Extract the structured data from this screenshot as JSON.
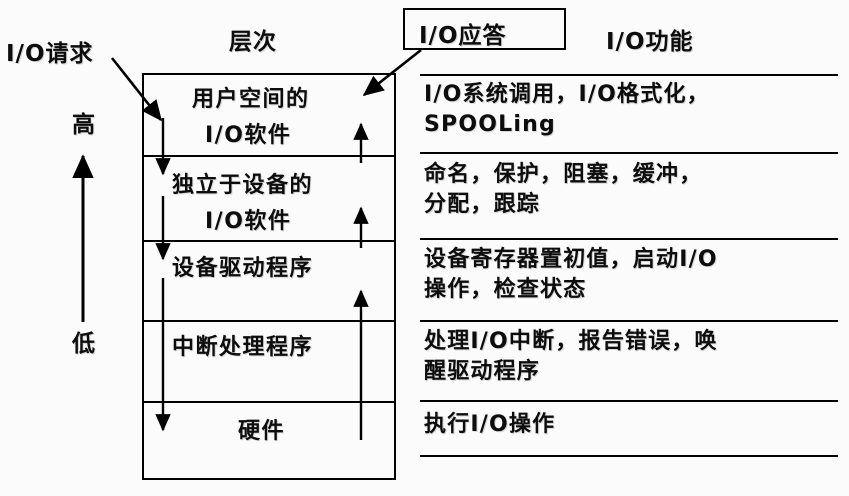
{
  "headers": {
    "left_axis_label": "I/O请求",
    "layers_label": "层次",
    "callout_label": "I/O应答",
    "functions_label": "I/O功能",
    "high_label": "高",
    "low_label": "低"
  },
  "layers": [
    {
      "line1": "用户空间的",
      "line2": "I/O软件"
    },
    {
      "line1": "独立于设备的",
      "line2": "I/O软件"
    },
    {
      "line1": "设备驱动程序",
      "line2": ""
    },
    {
      "line1": "中断处理程序",
      "line2": ""
    },
    {
      "line1": "硬件",
      "line2": ""
    }
  ],
  "functions": [
    "I/O系统调用，I/O格式化，\nSPOOLing",
    "命名，保护，阻塞，缓冲，\n分配，跟踪",
    "设备寄存器置初值，启动I/O\n操作，检查状态",
    "处理I/O中断，报告错误，唤\n醒驱动程序",
    "执行I/O操作"
  ],
  "colors": {
    "line": "#000000",
    "text": "#0d0d0d",
    "background": "#fbfbfb"
  }
}
